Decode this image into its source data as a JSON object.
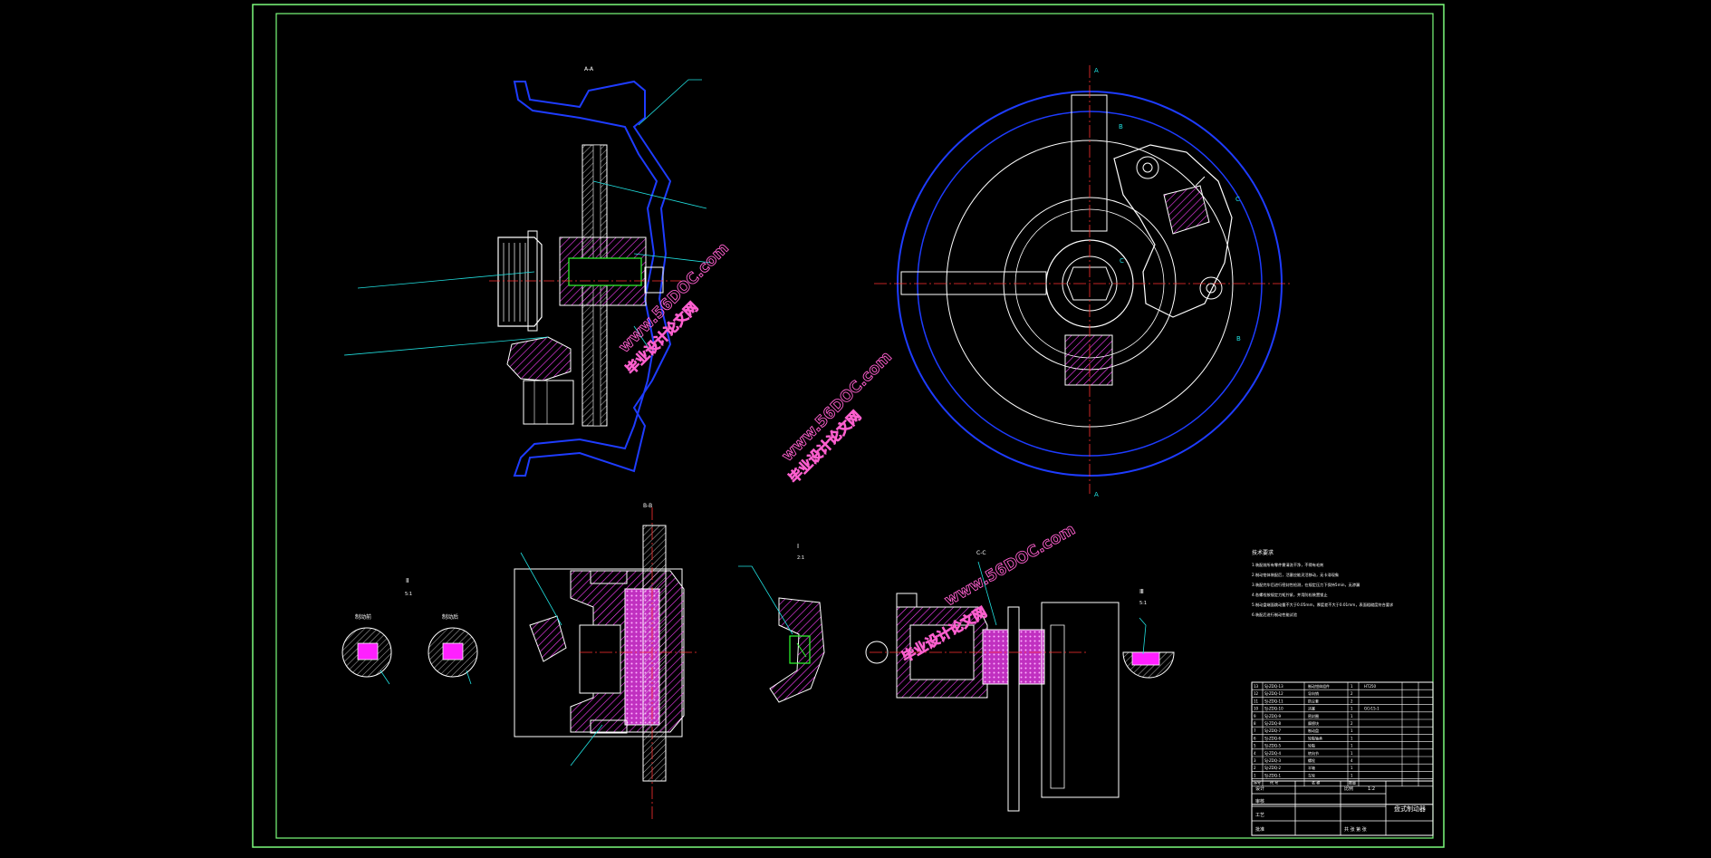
{
  "drawing": {
    "section_labels": {
      "aa": "A-A",
      "bb": "B-B",
      "cc": "C-C",
      "a_top": "A",
      "a_bottom": "A",
      "b_upper": "B",
      "b_lower": "B",
      "c_side": "C",
      "c_left": "C"
    },
    "detail_labels": {
      "detail_1": "Ⅰ",
      "detail_1_scale": "2:1",
      "detail_2": "Ⅱ",
      "detail_2_scale": "5:1",
      "detail_3": "Ⅲ",
      "detail_3_scale": "5:1"
    },
    "inset_labels": {
      "left": "制动前",
      "right": "制动后"
    },
    "technical_requirements": {
      "heading": "技术要求",
      "lines": [
        "1.装配前所有零件需清洗干净，不得有毛刺",
        "2.制动钳体装配后，活塞应能灵活移动，无卡滞现象",
        "3.装配完毕后进行密封性检测，在规定压力下保持5min，无渗漏",
        "4.各螺栓按规定力矩拧紧，并用防松装置锁止",
        "5.制动盘端面跳动量不大于0.05mm，厚度差不大于0.01mm，表面粗糙度符合要求",
        "6.装配后进行制动性能试验"
      ]
    },
    "bom_rows": [
      {
        "no": "13",
        "code": "SJ-ZDQ-13",
        "name": "制动钳体组件",
        "qty": "1"
      },
      {
        "no": "12",
        "code": "SJ-ZDQ-12",
        "name": "导向销",
        "qty": "2"
      },
      {
        "no": "11",
        "code": "SJ-ZDQ-11",
        "name": "防尘套",
        "qty": "2"
      },
      {
        "no": "10",
        "code": "SJ-ZDQ-10",
        "name": "活塞",
        "qty": "1"
      },
      {
        "no": "9",
        "code": "SJ-ZDQ-9",
        "name": "密封圈",
        "qty": "1"
      },
      {
        "no": "8",
        "code": "SJ-ZDQ-8",
        "name": "摩擦块",
        "qty": "2"
      },
      {
        "no": "7",
        "code": "SJ-ZDQ-7",
        "name": "制动盘",
        "qty": "1"
      },
      {
        "no": "6",
        "code": "SJ-ZDQ-6",
        "name": "轮毂轴承",
        "qty": "1"
      },
      {
        "no": "5",
        "code": "SJ-ZDQ-5",
        "name": "轮毂",
        "qty": "1"
      },
      {
        "no": "4",
        "code": "SJ-ZDQ-4",
        "name": "转向节",
        "qty": "1"
      },
      {
        "no": "3",
        "code": "SJ-ZDQ-3",
        "name": "螺栓",
        "qty": "4"
      },
      {
        "no": "2",
        "code": "SJ-ZDQ-2",
        "name": "半轴",
        "qty": "1"
      },
      {
        "no": "1",
        "code": "SJ-ZDQ-1",
        "name": "车轮",
        "qty": "1"
      }
    ],
    "bom_header": {
      "no": "序号",
      "code": "代 号",
      "name": "名 称",
      "qty": "数量"
    },
    "bom_right_notes": [
      "HT250",
      "GCr15-1"
    ],
    "title_block": {
      "drawing_title": "盘式制动器",
      "scale_label": "比例",
      "scale_value": "1:2",
      "sheet_label": "共 张 第 张",
      "design": "设计",
      "check": "审核",
      "approve": "批准",
      "process": "工艺"
    }
  },
  "watermarks": [
    {
      "url": "www.56DOC.com",
      "cn": "毕业设计论文网"
    },
    {
      "url": "www.56DOC.com",
      "cn": "毕业设计论文网"
    },
    {
      "url": "www.56DOC.com",
      "cn": "毕业设计论文网"
    }
  ],
  "colors": {
    "background": "#000000",
    "border": "#7cfc7c",
    "lines": "#ffffff",
    "section": "#ff40ff",
    "outline_blue": "#1e3cff",
    "leader": "#20e0e0",
    "center": "#ff3030",
    "watermark": "#ff5fcf"
  }
}
